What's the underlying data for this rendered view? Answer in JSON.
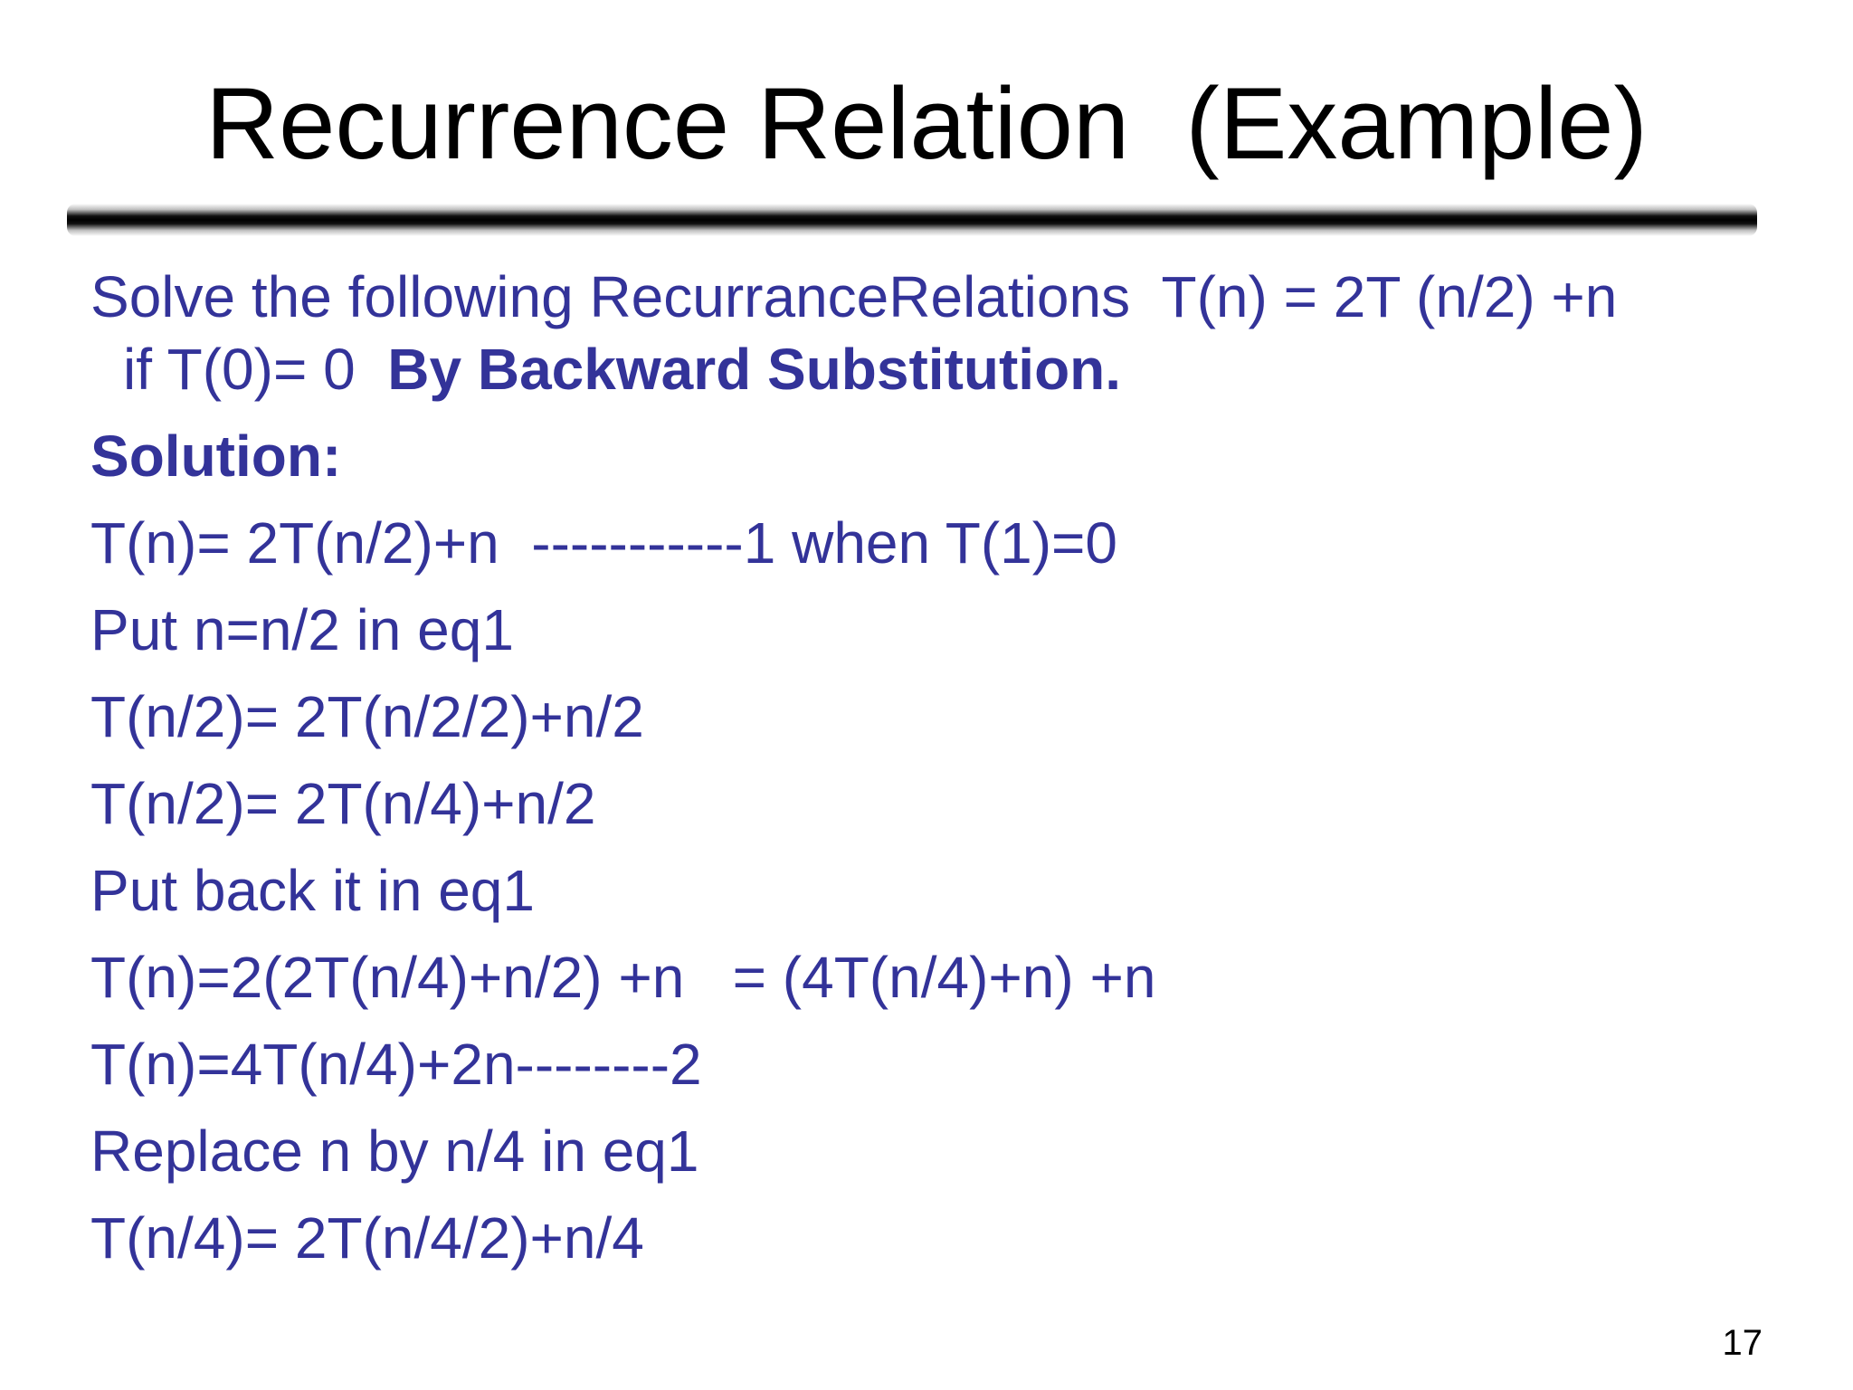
{
  "slide": {
    "title": "Recurrence Relation  (Example)",
    "problem": {
      "line1": "Solve the following RecurranceRelations  T(n) = 2T (n/2) +n",
      "line2_prefix": "if T(0)= 0  ",
      "line2_method": "By Backward Substitution."
    },
    "solution_heading": "Solution:",
    "steps": [
      "T(n)= 2T(n/2)+n  -----------1 when T(1)=0",
      "Put n=n/2 in eq1",
      "T(n/2)= 2T(n/2/2)+n/2",
      "T(n/2)= 2T(n/4)+n/2",
      "Put back it in eq1",
      "T(n)=2(2T(n/4)+n/2) +n   = (4T(n/4)+n) +n",
      "T(n)=4T(n/4)+2n--------2",
      "Replace n by n/4 in eq1",
      "T(n/4)= 2T(n/4/2)+n/4"
    ],
    "page_number": "17"
  }
}
